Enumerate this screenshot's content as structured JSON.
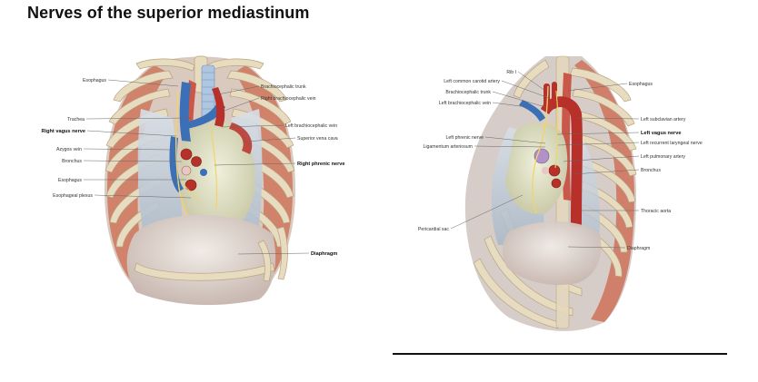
{
  "title": "Nerves of the superior mediastinum",
  "left_figure": {
    "labels_left": [
      "Esophagus",
      "Trachea",
      "Right vagus nerve",
      "Azygos vein",
      "Bronchus",
      "Esophagus",
      "Esophageal plexus"
    ],
    "labels_right": [
      "Brachiocephalic trunk",
      "Right brachiocephalic vein",
      "Left brachiocephalic vein",
      "Superior vena cava",
      "Right phrenic nerve",
      "Diaphragm"
    ]
  },
  "right_figure": {
    "labels_left": [
      "Rib I",
      "Left common carotid artery",
      "Brachiocephalic trunk",
      "Left brachiocephalic vein",
      "Left phrenic nerve",
      "Ligamentum arteriosum",
      "Pericardial sac"
    ],
    "labels_right": [
      "Esophagus",
      "Left subclavian artery",
      "Left vagus nerve",
      "Left recurrent laryngeal nerve",
      "Left pulmonary artery",
      "Bronchus",
      "Thoracic aorta",
      "Diaphragm"
    ]
  },
  "colors": {
    "bone": "#e8dcc0",
    "muscle": "#cf7a62",
    "artery": "#b8302a",
    "vein": "#3b6fb6",
    "nerve": "#f2d36b",
    "lung": "#c9d3dd",
    "pericardium": "#e7e4c6"
  }
}
